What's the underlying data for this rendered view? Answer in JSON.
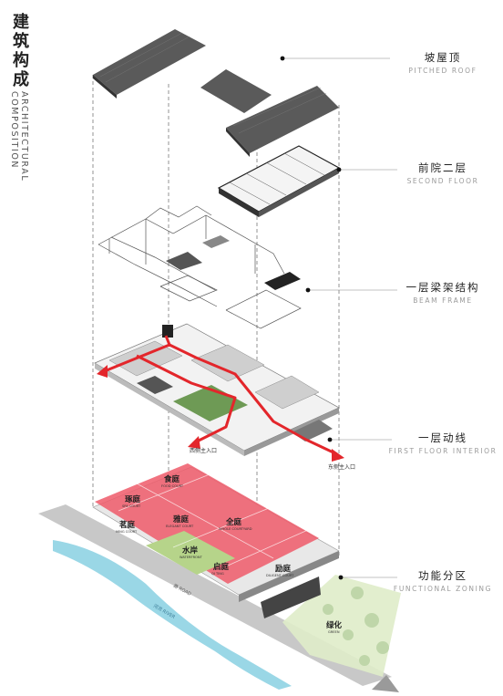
{
  "title": {
    "cn": "建筑构成",
    "en": "ARCHITECTURAL COMPOSITION"
  },
  "layers": [
    {
      "cn": "坡屋顶",
      "en": "PITCHED ROOF"
    },
    {
      "cn": "前院二层",
      "en": "SECOND FLOOR"
    },
    {
      "cn": "一层梁架结构",
      "en": "BEAM FRAME"
    },
    {
      "cn": "一层动线",
      "en": "FIRST FLOOR INTERIOR"
    },
    {
      "cn": "功能分区",
      "en": "FUNCTIONAL ZONING"
    }
  ],
  "entrances": {
    "west": "西侧主入口",
    "east": "东侧主入口"
  },
  "zones": [
    {
      "cn": "食庭",
      "en": "FOOD COURT"
    },
    {
      "cn": "琢庭",
      "en": "SPA COURT"
    },
    {
      "cn": "茗庭",
      "en": "MING COURT"
    },
    {
      "cn": "雅庭",
      "en": "ELEGANT COURT"
    },
    {
      "cn": "全庭",
      "en": "WHOLE COURTYARD"
    },
    {
      "cn": "水岸",
      "en": "WATERFRONT"
    },
    {
      "cn": "启庭",
      "en": "QI TING"
    },
    {
      "cn": "励庭",
      "en": "DILIGENT COURT"
    },
    {
      "cn": "绿化",
      "en": "GREEN"
    }
  ],
  "road_label": "路 ROAD",
  "river_label": "河流 RIVER",
  "colors": {
    "zone": "#e0283c",
    "roof": "#555555",
    "route": "#e3262b",
    "green": "#a9c98a",
    "road": "#c8c8c8",
    "river": "#8fd3e3"
  }
}
